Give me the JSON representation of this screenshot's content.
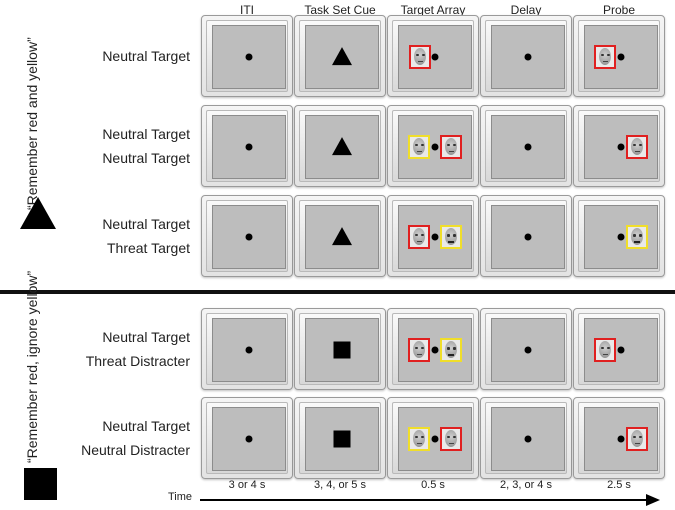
{
  "columns": [
    "ITI",
    "Task Set Cue",
    "Target Array",
    "Delay",
    "Probe"
  ],
  "durations": [
    "3 or 4 s",
    "3, 4, or 5 s",
    "0.5 s",
    "2, 3, or 4 s",
    "2.5 s"
  ],
  "time_label": "Time",
  "groups": [
    {
      "label": "“Remember red and yellow”",
      "cue_shape": "triangle",
      "rows": [
        {
          "labels": [
            "Neutral Target"
          ],
          "cue": "triangle",
          "array": [
            {
              "border": "red",
              "expr": "neutral"
            }
          ],
          "probe": {
            "side": "left",
            "border": "red",
            "expr": "neutral"
          }
        },
        {
          "labels": [
            "Neutral Target",
            "Neutral Target"
          ],
          "cue": "triangle",
          "array": [
            {
              "border": "yellow",
              "expr": "neutral"
            },
            {
              "border": "red",
              "expr": "neutral"
            }
          ],
          "probe": {
            "side": "right",
            "border": "red",
            "expr": "neutral"
          }
        },
        {
          "labels": [
            "Neutral Target",
            "Threat Target"
          ],
          "cue": "triangle",
          "array": [
            {
              "border": "red",
              "expr": "neutral"
            },
            {
              "border": "yellow",
              "expr": "threat"
            }
          ],
          "probe": {
            "side": "right",
            "border": "yellow",
            "expr": "threat"
          }
        }
      ]
    },
    {
      "label": "“Remember red, ignore yellow”",
      "cue_shape": "square",
      "rows": [
        {
          "labels": [
            "Neutral Target",
            "Threat Distracter"
          ],
          "cue": "square",
          "array": [
            {
              "border": "red",
              "expr": "neutral"
            },
            {
              "border": "yellow",
              "expr": "threat"
            }
          ],
          "probe": {
            "side": "left",
            "border": "red",
            "expr": "neutral"
          }
        },
        {
          "labels": [
            "Neutral Target",
            "Neutral Distracter"
          ],
          "cue": "square",
          "array": [
            {
              "border": "yellow",
              "expr": "neutral"
            },
            {
              "border": "red",
              "expr": "neutral"
            }
          ],
          "probe": {
            "side": "right",
            "border": "red",
            "expr": "neutral"
          }
        }
      ]
    }
  ]
}
